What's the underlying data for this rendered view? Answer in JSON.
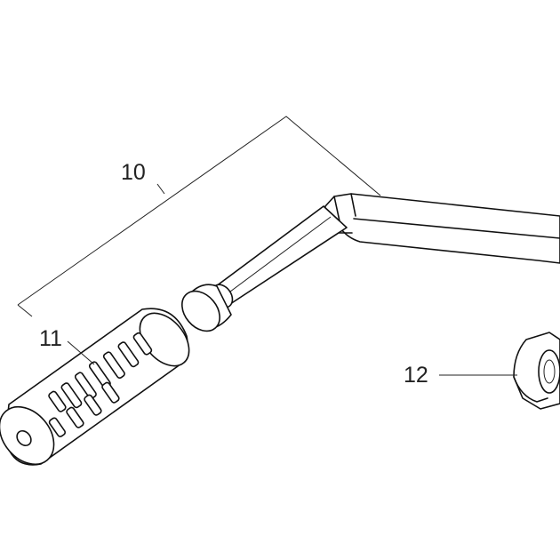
{
  "callouts": {
    "kit": "10",
    "grip": "11",
    "nut": "12"
  },
  "parts": [
    {
      "id": "kickstart-lever",
      "icon": "lever-arm-icon"
    },
    {
      "id": "rubber-grip",
      "icon": "ribbed-grip-icon"
    },
    {
      "id": "flange-nut",
      "icon": "hex-flange-nut-icon"
    }
  ],
  "colors": {
    "line": "#111111",
    "background": "#ffffff"
  }
}
